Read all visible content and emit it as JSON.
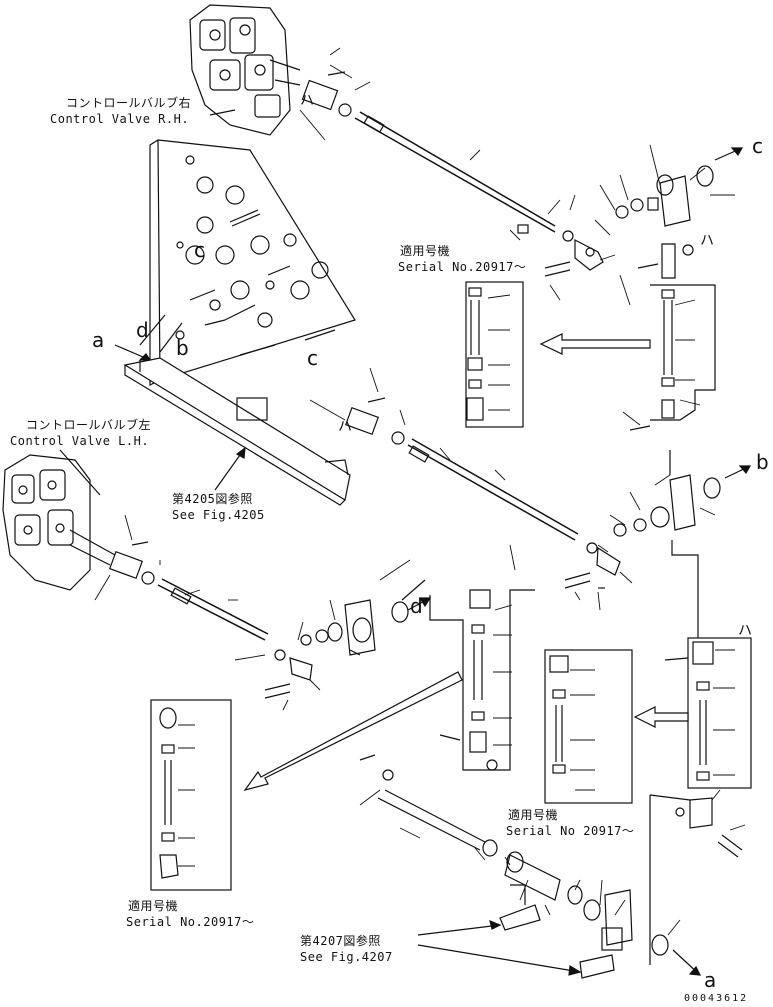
{
  "labels": {
    "cv_rh_jp": "コントロールバルブ右",
    "cv_rh_en": "Control Valve R.H.",
    "cv_lh_jp": "コントロールバルブ左",
    "cv_lh_en": "Control Valve L.H.",
    "fig4205_jp": "第4205図参照",
    "fig4205_en": "See Fig.4205",
    "fig4207_jp": "第4207図参照",
    "fig4207_en": "See Fig.4207",
    "serial_top_jp": "適用号機",
    "serial_top_en": "Serial No.20917～",
    "serial_mid_jp": "適用号機",
    "serial_mid_en": "Serial No 20917～",
    "serial_bot_jp": "適用号機",
    "serial_bot_en": "Serial No.20917～",
    "drawing_number": "00043612"
  },
  "references": {
    "a_left": "a",
    "a_bottom": "a",
    "b_frame": "b",
    "b_right": "b",
    "c_plate_top": "c",
    "c_plate_mid": "c",
    "c_right": "c",
    "d_frame": "d",
    "d_mid": "d",
    "ha_top": "ハ",
    "ha_mid": "ハ",
    "ha_right": "ハ",
    "ha_lh": "ハ"
  }
}
